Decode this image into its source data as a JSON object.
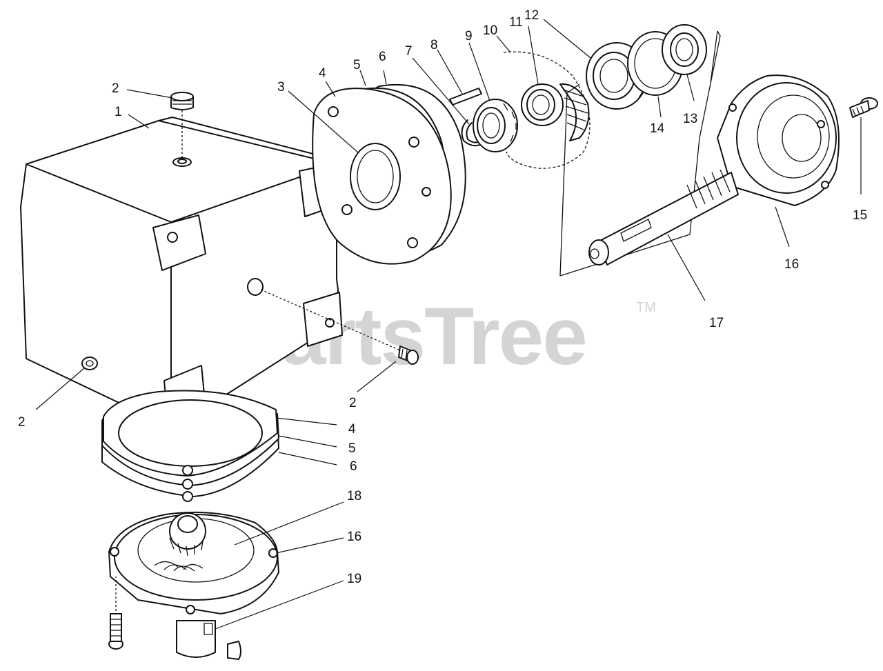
{
  "watermark": {
    "brand": "PartsTree",
    "trademark": "TM"
  },
  "callouts": {
    "c1": "1",
    "c2a": "2",
    "c2b": "2",
    "c2c": "2",
    "c3": "3",
    "c4a": "4",
    "c4b": "4",
    "c5a": "5",
    "c5b": "5",
    "c6a": "6",
    "c6b": "6",
    "c7": "7",
    "c8": "8",
    "c9": "9",
    "c10": "10",
    "c11": "11",
    "c12": "12",
    "c13": "13",
    "c14": "14",
    "c15": "15",
    "c16a": "16",
    "c16b": "16",
    "c17": "17",
    "c18": "18",
    "c19": "19"
  }
}
